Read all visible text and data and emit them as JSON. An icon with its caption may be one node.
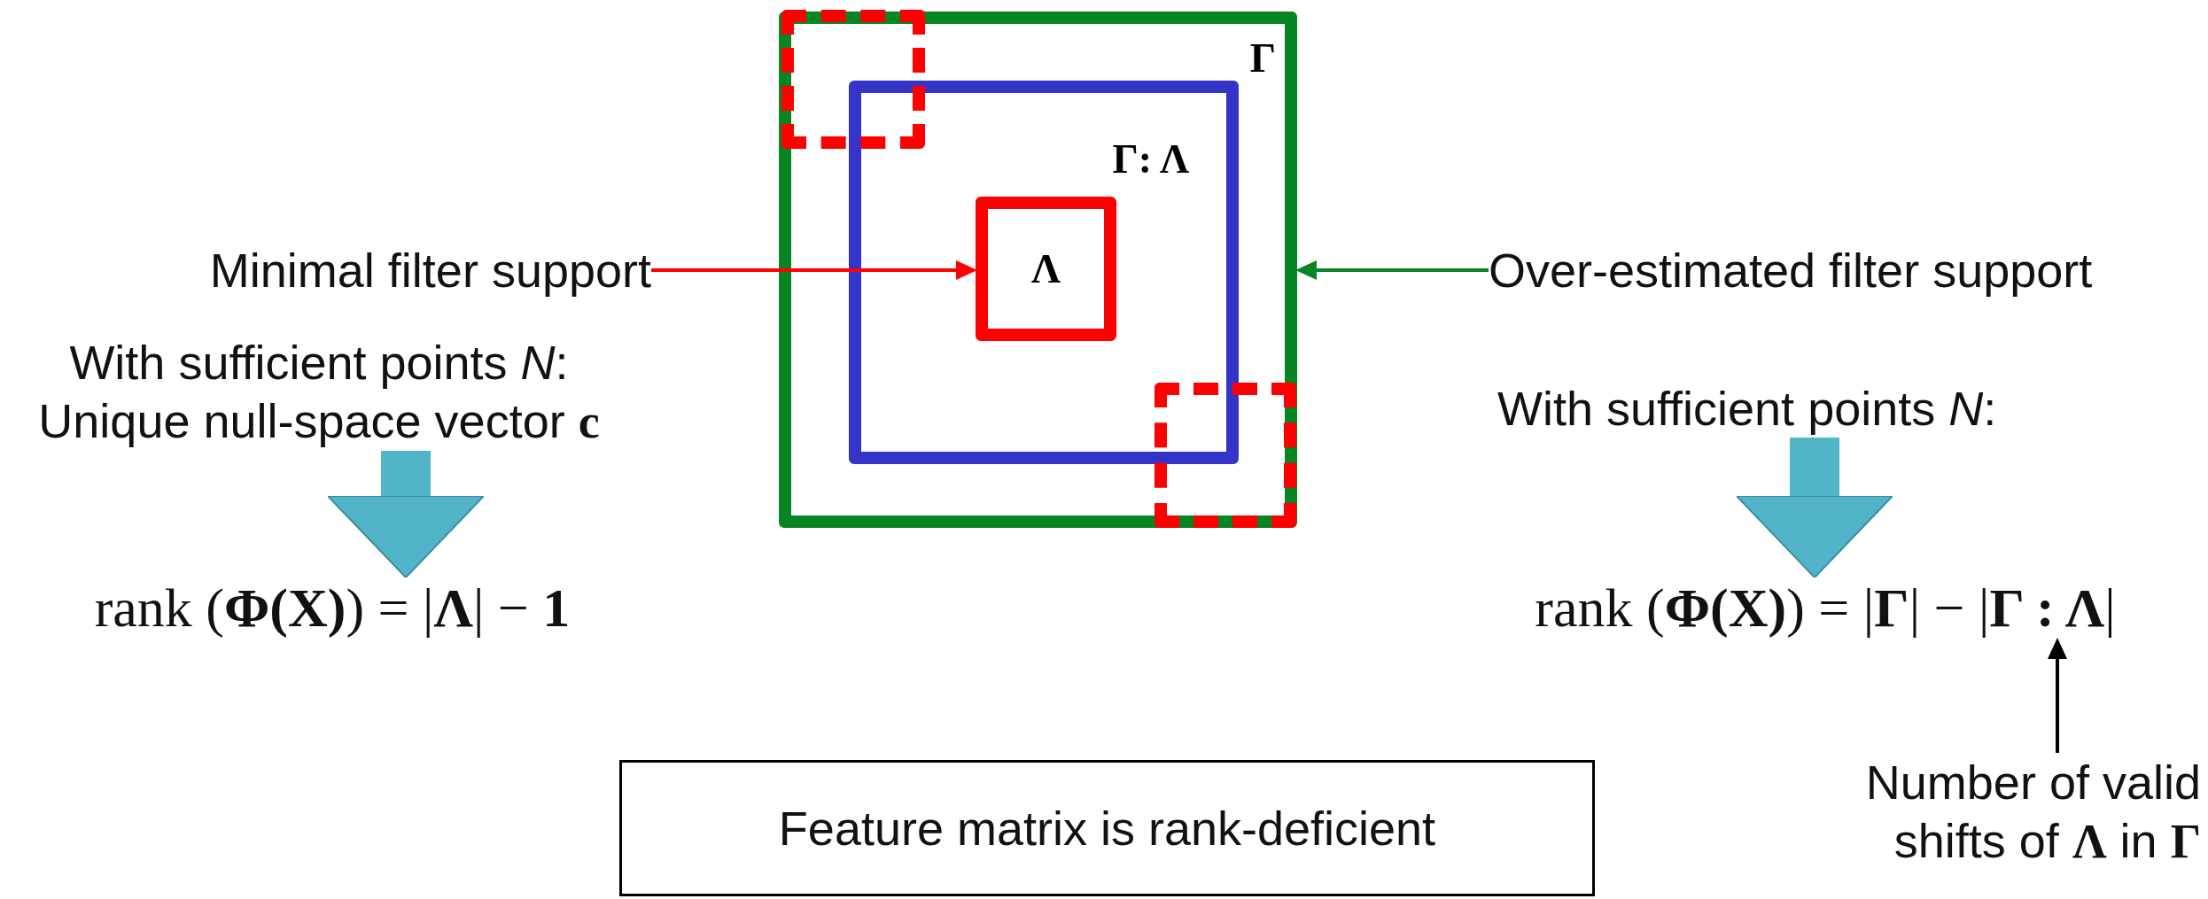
{
  "diagram": {
    "nodes": [
      {
        "text": [
          "Γ"
        ]
      },
      {
        "text": [
          "Γ: Λ"
        ],
        "in": 0
      },
      {
        "text": [
          "Λ"
        ],
        "in": 1
      },
      {
        "text": [],
        "shape": "box",
        "in": 0
      },
      {
        "text": [],
        "shape": "box",
        "in": 0
      },
      {
        "text": [
          "Minimal filter support"
        ]
      },
      {
        "text": [
          "Over-estimated filter support"
        ]
      },
      {
        "text": [
          "With sufficient points *N*: Unique null-space vector **c**"
        ]
      },
      {
        "text": [
          "rank (**Φ(X)**) = |**Λ**| − **1**"
        ]
      },
      {
        "text": [
          "With sufficient points *N*:"
        ]
      },
      {
        "text": [
          "rank (**Φ(X)**) = |**Γ**| − |**Γ : Λ**|"
        ]
      },
      {
        "text": [
          "Number of valid shifts of **Λ** in **Γ**"
        ]
      },
      {
        "text": [
          "Feature matrix is rank-deficient"
        ]
      }
    ],
    "edges": [
      {
        "from": 5,
        "to": 2,
        "arrow": "to",
        "color": "#ff0000"
      },
      {
        "from": 6,
        "to": 0,
        "arrow": "to",
        "color": "#078424"
      },
      {
        "from": 7,
        "to": 8,
        "arrow": "to",
        "style": "thick",
        "color": "#52b4c9"
      },
      {
        "from": 9,
        "to": 10,
        "arrow": "to",
        "style": "thick",
        "color": "#52b4c9"
      },
      {
        "from": 11,
        "to": 10,
        "arrow": "to",
        "color": "#000000"
      }
    ]
  }
}
